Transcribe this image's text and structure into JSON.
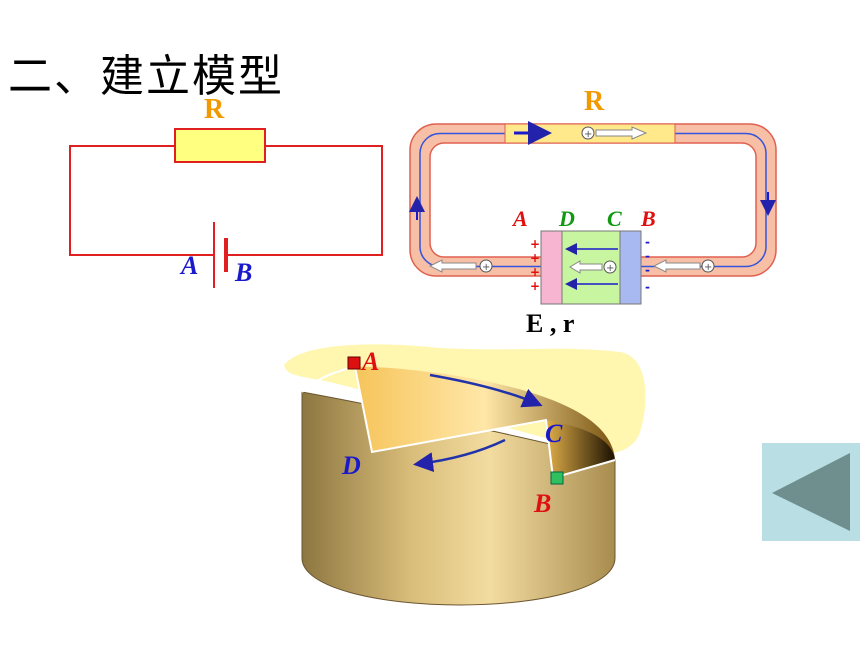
{
  "title": "二、建立模型",
  "circuit_left": {
    "resistor_label": "R",
    "battery_label_a": "A",
    "battery_label_b": "B"
  },
  "circuit_right": {
    "resistor_label": "R",
    "labels": {
      "a": "A",
      "d": "D",
      "c": "C",
      "b": "B"
    },
    "emf_label": "E , r",
    "plus_sign": "+",
    "minus_sign": "-"
  },
  "cylinder_model": {
    "labels": {
      "a": "A",
      "c": "C",
      "d": "D",
      "b": "B"
    }
  },
  "colors": {
    "wire_red": "#e02020",
    "resistor_fill": "#ffff80",
    "label_orange": "#f29900",
    "label_blue": "#1a1acc",
    "label_red": "#e01010",
    "label_green": "#119911",
    "tube_pink": "#f7bfa5",
    "tube_blue": "#3355dd",
    "back_button": "#b9dfe4",
    "back_arrow": "#6f8f8f"
  },
  "back_button_icon": "triangle-left-icon"
}
